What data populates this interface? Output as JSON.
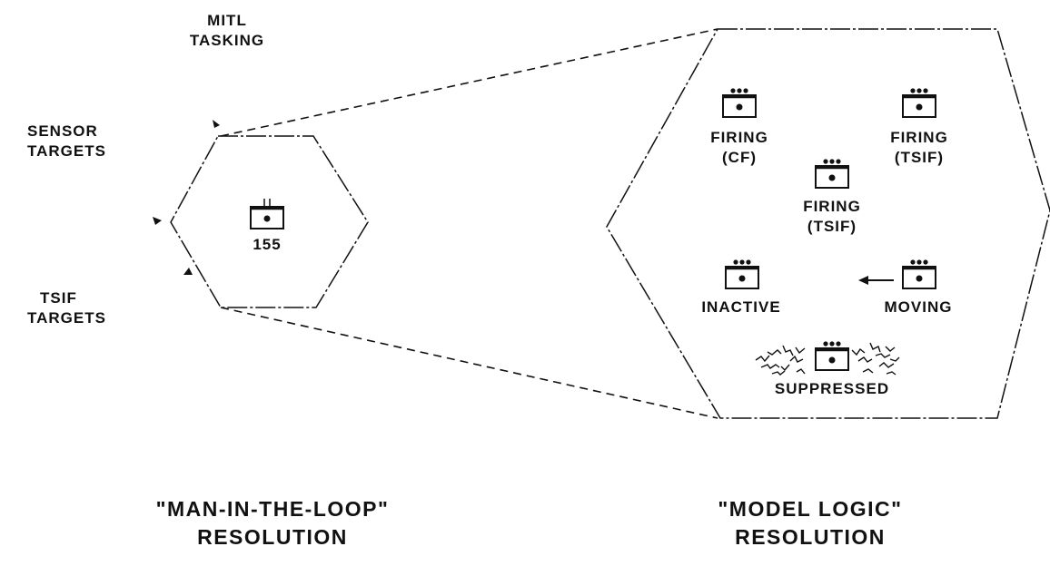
{
  "side_labels": {
    "mitl_tasking": [
      "MITL",
      "TASKING"
    ],
    "sensor_targets": [
      "SENSOR",
      "TARGETS"
    ],
    "tsif_targets": [
      "TSIF",
      "TARGETS"
    ]
  },
  "small_hex": {
    "unit_label": "155"
  },
  "large_hex": {
    "units": [
      {
        "state": "firing-cf",
        "label": [
          "FIRING",
          "(CF)"
        ]
      },
      {
        "state": "firing-tsif-right",
        "label": [
          "FIRING",
          "(TSIF)"
        ]
      },
      {
        "state": "firing-tsif-center",
        "label": [
          "FIRING",
          "(TSIF)"
        ]
      },
      {
        "state": "inactive",
        "label": [
          "INACTIVE"
        ]
      },
      {
        "state": "moving",
        "label": [
          "MOVING"
        ]
      },
      {
        "state": "suppressed",
        "label": [
          "SUPPRESSED"
        ]
      }
    ]
  },
  "captions": {
    "left": [
      "\"MAN-IN-THE-LOOP\"",
      "RESOLUTION"
    ],
    "right": [
      "\"MODEL LOGIC\"",
      "RESOLUTION"
    ]
  }
}
